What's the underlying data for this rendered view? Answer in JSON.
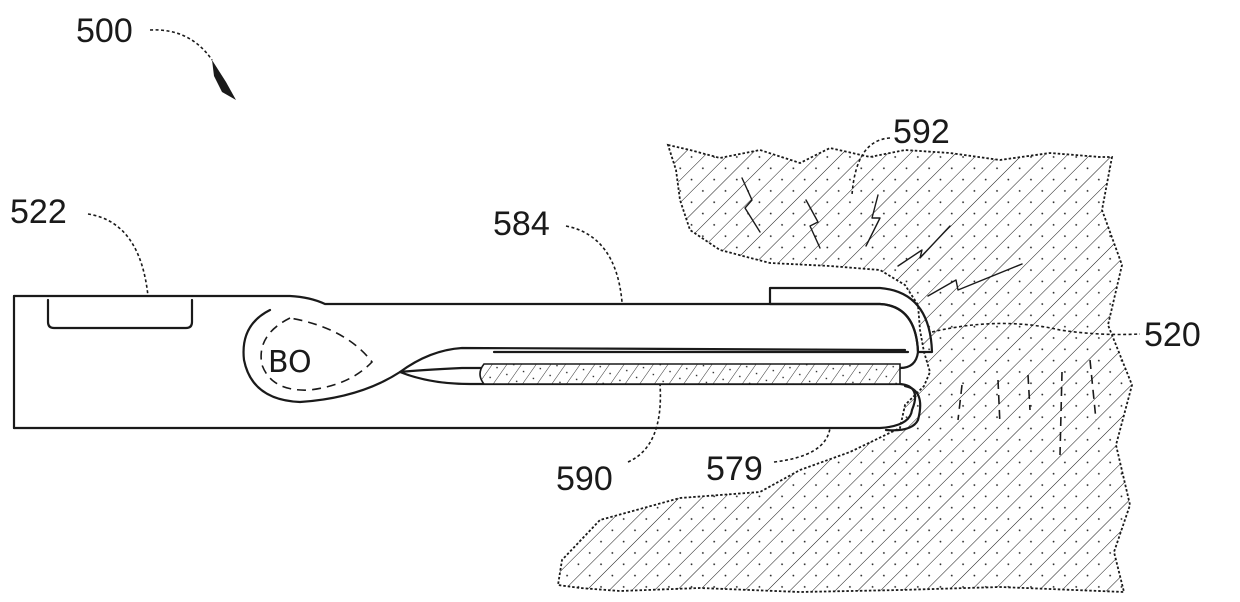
{
  "figure": {
    "labels": {
      "assembly": "500",
      "handle_recess": "522",
      "upper_jaw": "584",
      "tissue_energy": "592",
      "end_cap": "520",
      "pad": "590",
      "lower_jaw": "579"
    },
    "pivot_marking": "BO",
    "colors": {
      "ink": "#1a1a1a",
      "background": "#ffffff"
    }
  }
}
